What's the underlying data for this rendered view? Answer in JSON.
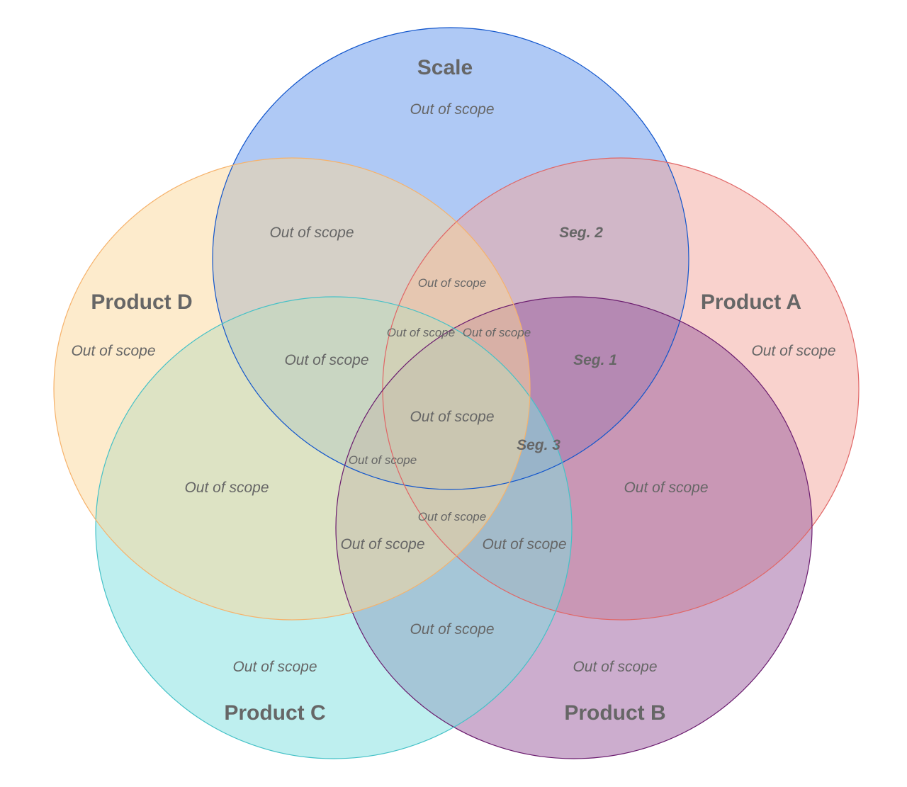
{
  "sets": [
    {
      "id": "scale",
      "label": "Scale",
      "fill": "#a4c2f4",
      "stroke": "#1155cc"
    },
    {
      "id": "product-a",
      "label": "Product A",
      "fill": "#f4a69c",
      "stroke": "#e06666"
    },
    {
      "id": "product-b",
      "label": "Product B",
      "fill": "#9a5b9e",
      "stroke": "#6a1b6e"
    },
    {
      "id": "product-c",
      "label": "Product C",
      "fill": "#7ddfe0",
      "stroke": "#45c1c7"
    },
    {
      "id": "product-d",
      "label": "Product D",
      "fill": "#fcd89a",
      "stroke": "#f6b26b"
    }
  ],
  "regions": {
    "scale_only": "Out of scope",
    "scale_d": "Out of scope",
    "scale_a": "Seg. 2",
    "scale_a_d": "Out of scope",
    "d_only": "Out of scope",
    "a_only": "Out of scope",
    "scale_c_d_left": "Out of scope",
    "scale_c_d_right": "Out of scope",
    "scale_c_d": "Out of scope",
    "scale_a_b": "Seg. 1",
    "all_center": "Out of scope",
    "scale_b": "Seg. 3",
    "c_d_b_small": "Out of scope",
    "c_d": "Out of scope",
    "a_b": "Out of scope",
    "a_b_d_small": "Out of scope",
    "b_c_d": "Out of scope",
    "a_b_c": "Out of scope",
    "b_c": "Out of scope",
    "c_only": "Out of scope",
    "b_only": "Out of scope"
  },
  "colors": {
    "text": "#666666",
    "background": "#ffffff"
  }
}
